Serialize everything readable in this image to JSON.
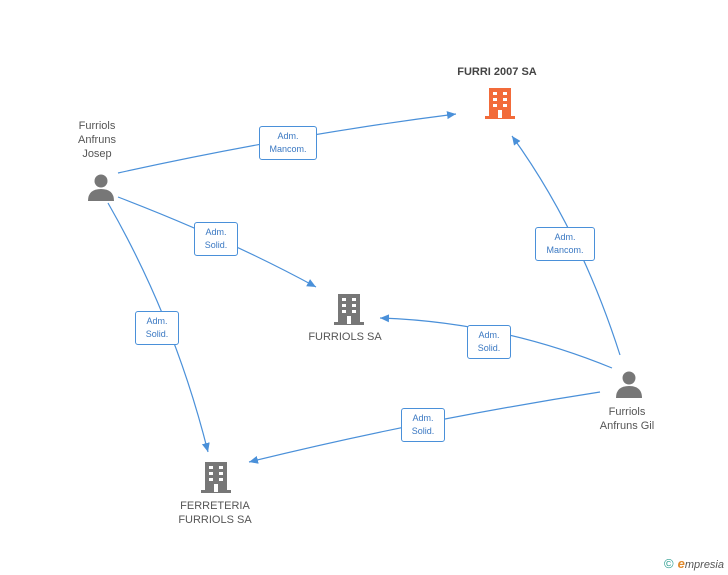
{
  "nodes": {
    "furri2007": {
      "label": "FURRI 2007 SA",
      "type": "company",
      "color": "#f26b3a"
    },
    "furriols_sa": {
      "label": "FURRIOLS SA",
      "type": "company",
      "color": "#777777"
    },
    "ferreteria": {
      "label": "FERRETERIA\nFURRIOLS SA",
      "type": "company",
      "color": "#777777"
    },
    "josep": {
      "label": "Furriols\nAnfruns\nJosep",
      "type": "person",
      "color": "#777777"
    },
    "gil": {
      "label": "Furriols\nAnfruns Gil",
      "type": "person",
      "color": "#777777"
    }
  },
  "edges": [
    {
      "id": "josep-furri2007",
      "label": "Adm.\nMancom."
    },
    {
      "id": "josep-furriols",
      "label": "Adm.\nSolid."
    },
    {
      "id": "josep-ferreteria",
      "label": "Adm.\nSolid."
    },
    {
      "id": "gil-furri2007",
      "label": "Adm.\nMancom."
    },
    {
      "id": "gil-furriols",
      "label": "Adm.\nSolid."
    },
    {
      "id": "gil-ferreteria",
      "label": "Adm.\nSolid."
    }
  ],
  "footer": {
    "copyright": "©",
    "brand_initial": "e",
    "brand_rest": "mpresia"
  },
  "colors": {
    "edge": "#4a90d9",
    "accent": "#f26b3a"
  }
}
